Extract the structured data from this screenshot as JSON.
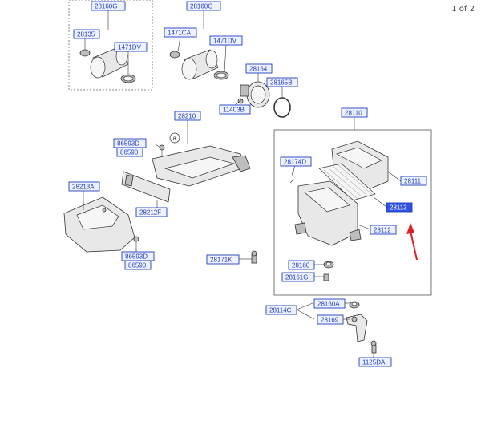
{
  "page_indicator": "1 of 2",
  "parts": {
    "p28160G_left": "28160G",
    "p28135": "28135",
    "p1471DV_left": "1471DV",
    "p28160G_mid": "28160G",
    "p1471CA": "1471CA",
    "p1471DV_mid": "1471DV",
    "p28164": "28164",
    "p28165B": "28165B",
    "p11403B": "11403B",
    "p28210": "28210",
    "p28110": "28110",
    "p86593D_a": "86593D",
    "p86590_a": "86590",
    "p28174D": "28174D",
    "p28111": "28111",
    "p28113": "28113",
    "p28213A": "28213A",
    "p28212F": "28212F",
    "p28112": "28112",
    "p86593D_b": "86593D",
    "p86590_b": "86590",
    "p28171K": "28171K",
    "p28160": "28160",
    "p28161G": "28161G",
    "p28160A": "28160A",
    "p28114C": "28114C",
    "p28169": "28169",
    "p1125DA": "1125DA"
  },
  "callout_letter": "a",
  "colors": {
    "label_border": "#1f3fbf",
    "label_fill": "#eef1ff",
    "highlight_fill": "#2f52e0",
    "arrow": "#e02020"
  }
}
